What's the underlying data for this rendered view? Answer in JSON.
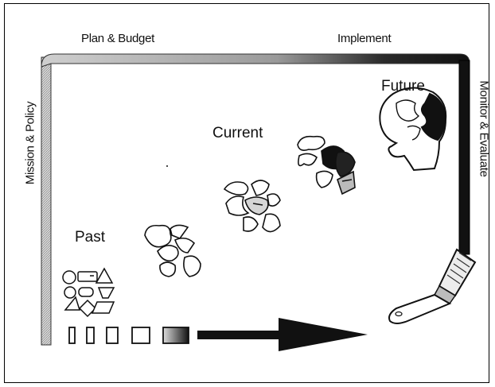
{
  "labels": {
    "plan_budget": "Plan & Budget",
    "implement": "Implement",
    "mission_policy": "Mission & Policy",
    "monitor_evaluate": "Monitor & Evaluate",
    "past": "Past",
    "current": "Current",
    "future": "Future"
  },
  "icons": {
    "frame_bar": "cycle-frame",
    "brush": "paintbrush-icon",
    "arrow": "progress-arrow",
    "head": "head-profile-puzzle-icon"
  },
  "colors": {
    "ink": "#111111",
    "bar_light": "#c8c8c8",
    "bar_dark": "#1a1a1a"
  }
}
